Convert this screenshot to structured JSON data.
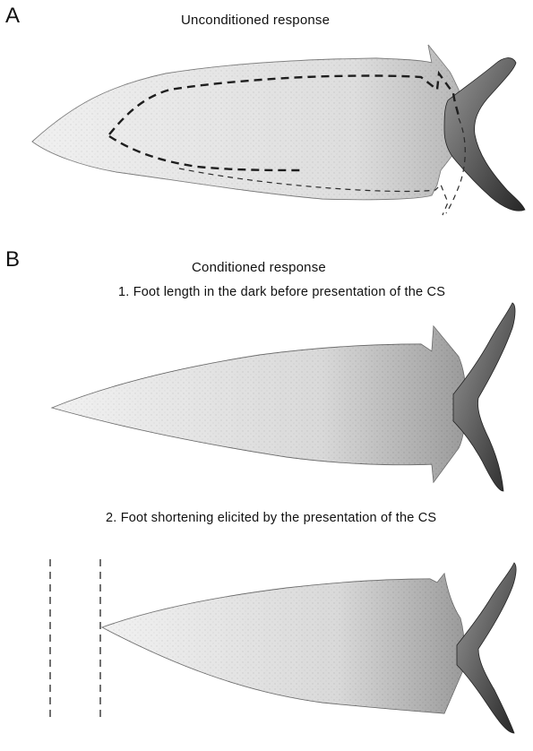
{
  "panel_a": {
    "letter": "A",
    "title": "Unconditioned response"
  },
  "panel_b": {
    "letter": "B",
    "title": "Conditioned response",
    "step1": "1. Foot length in the dark before presentation of the CS",
    "step2": "2. Foot shortening elicited by the presentation of the CS"
  },
  "colors": {
    "body_fill": "#e6e6e6",
    "head_fill": "#4a4a4a",
    "outline": "#555555",
    "dash": "#222222"
  }
}
